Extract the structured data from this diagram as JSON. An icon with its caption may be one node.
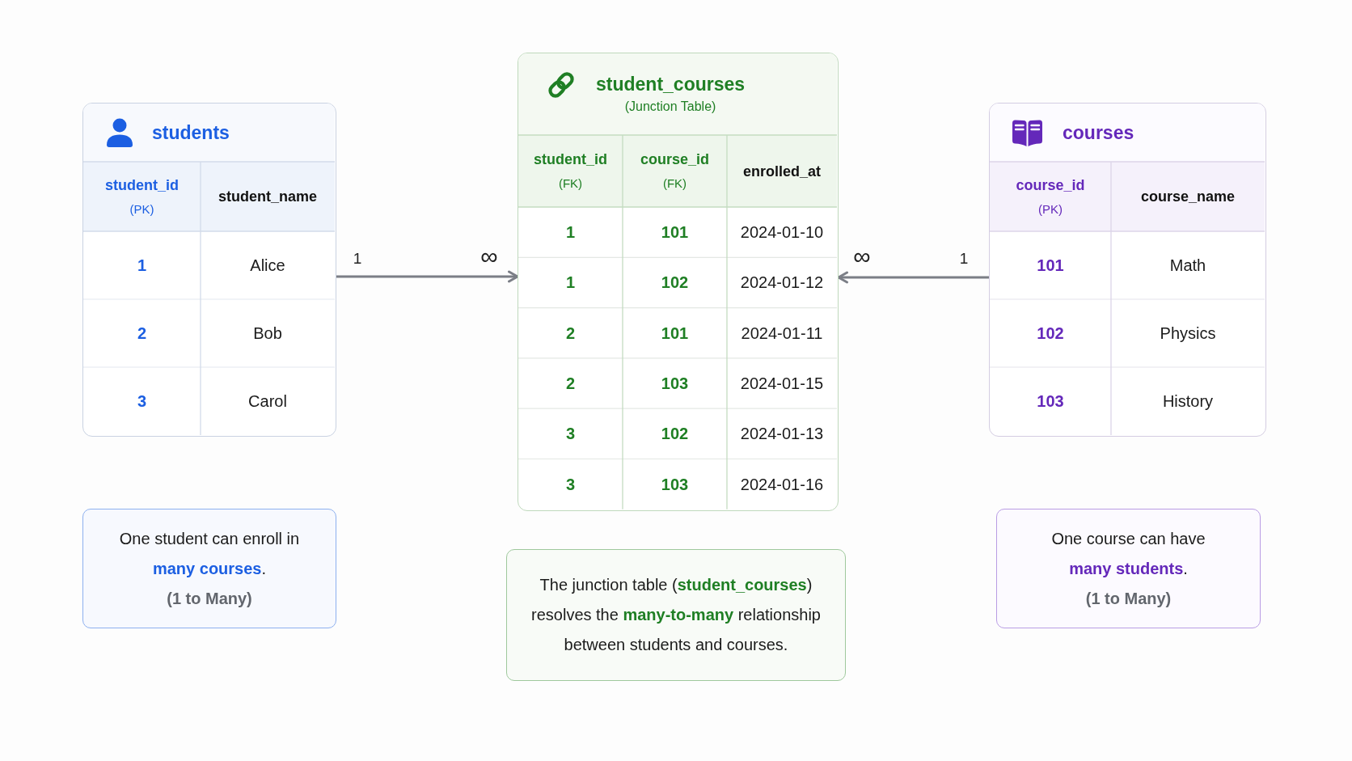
{
  "diagram": {
    "nodes": [
      {
        "text": [
          "students",
          "student_id",
          "(PK)",
          "student_name",
          "1",
          "Alice",
          "2",
          "Bob",
          "3",
          "Carol"
        ]
      },
      {
        "text": [
          "student_courses",
          "(Junction Table)",
          "student_id",
          "(FK)",
          "course_id",
          "(FK)",
          "enrolled_at",
          "1",
          "101",
          "2024-01-10",
          "1",
          "102",
          "2024-01-12",
          "2",
          "101",
          "2024-01-11",
          "2",
          "103",
          "2024-01-15",
          "3",
          "102",
          "2024-01-13",
          "3",
          "103",
          "2024-01-16"
        ]
      },
      {
        "text": [
          "courses",
          "course_id",
          "(PK)",
          "course_name",
          "101",
          "Math",
          "102",
          "Physics",
          "103",
          "History"
        ]
      },
      {
        "text": [
          "One student can enroll in **many courses**.",
          "(1 to Many)"
        ]
      },
      {
        "text": [
          "The junction table (**student_courses**) resolves the **many-to-many** relationship between students and courses."
        ]
      },
      {
        "text": [
          "One course can have **many students**.",
          "(1 to Many)"
        ]
      }
    ],
    "edges": [
      {
        "from": 0,
        "to": 1,
        "arrow": "to"
      },
      {
        "from": 2,
        "to": 1,
        "arrow": "to"
      }
    ],
    "labels": [
      "1",
      "∞",
      "∞",
      "1"
    ]
  }
}
